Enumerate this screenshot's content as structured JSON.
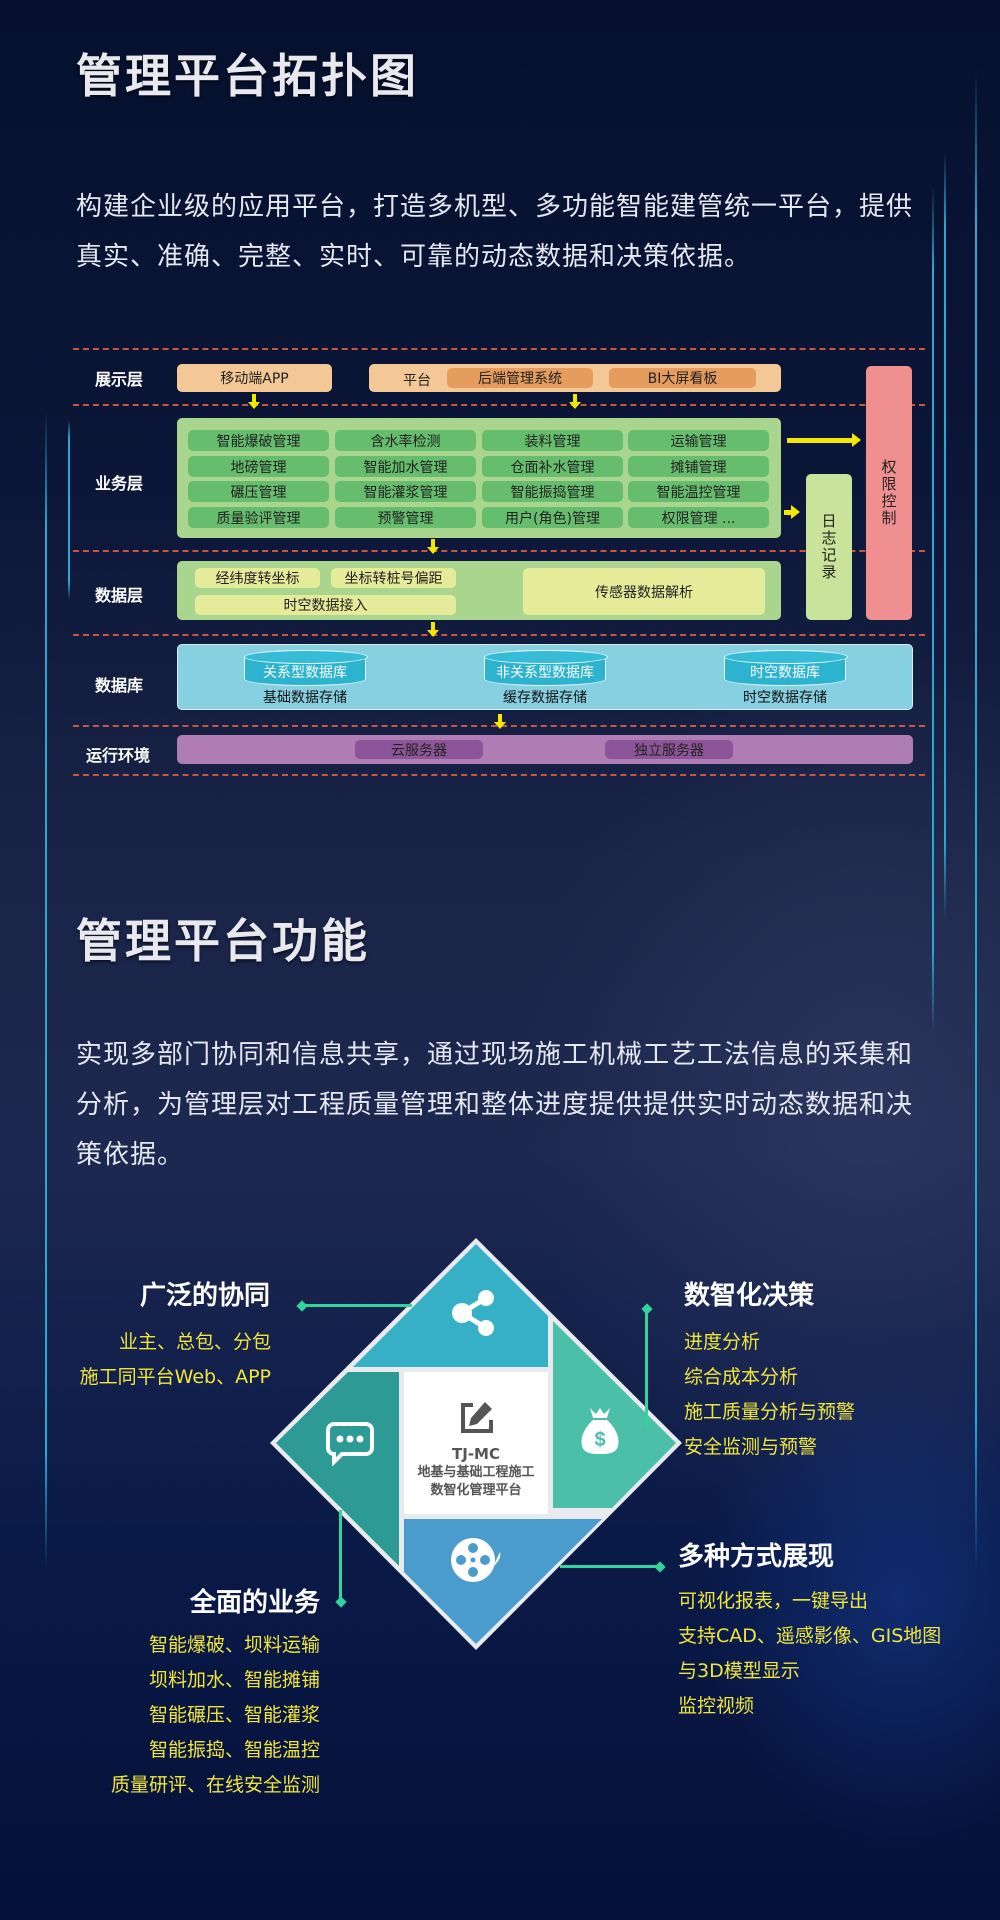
{
  "topology": {
    "title": "管理平台拓扑图",
    "description": "构建企业级的应用平台，打造多机型、多功能智能建管统一平台，提供真实、准确、完整、实时、可靠的动态数据和决策依据。",
    "layers": {
      "presentation": {
        "label": "展示层",
        "mobile_app": "移动端APP",
        "platform_label": "平台",
        "platform_items": [
          "后端管理系统",
          "BI大屏看板"
        ]
      },
      "business": {
        "label": "业务层",
        "items": [
          "智能爆破管理",
          "含水率检测",
          "装料管理",
          "运输管理",
          "地磅管理",
          "智能加水管理",
          "仓面补水管理",
          "摊铺管理",
          "碾压管理",
          "智能灌浆管理",
          "智能振捣管理",
          "智能温控管理",
          "质量验评管理",
          "预警管理",
          "用户(角色)管理",
          "权限管理 ..."
        ]
      },
      "data": {
        "label": "数据层",
        "items": [
          "经纬度转坐标",
          "坐标转桩号偏距",
          "时空数据接入",
          "传感器数据解析"
        ]
      },
      "database": {
        "label": "数据库",
        "items": [
          {
            "name": "关系型数据库",
            "desc": "基础数据存储"
          },
          {
            "name": "非关系型数据库",
            "desc": "缓存数据存储"
          },
          {
            "name": "时空数据库",
            "desc": "时空数据存储"
          }
        ]
      },
      "runtime": {
        "label": "运行环境",
        "items": [
          "云服务器",
          "独立服务器"
        ]
      }
    },
    "side": {
      "log": "日志记录",
      "permission": "权限控制"
    },
    "colors": {
      "presentation": "#f4c796",
      "presentation_inner": "#e59c5c",
      "business": "#a9d58e",
      "business_inner": "#67bd6e",
      "data_inner": "#e6eb9a",
      "database": "#86d0e2",
      "runtime": "#b07cb4",
      "runtime_inner": "#8c559a",
      "log": "#c9e39a",
      "permission": "#ef8f8f",
      "arrow": "#f5e800",
      "dash": "#c9573e"
    }
  },
  "functions": {
    "title": "管理平台功能",
    "description": "实现多部门协同和信息共享，通过现场施工机械工艺工法信息的采集和分析，为管理层对工程质量管理和整体进度提供提供实时动态数据和决策依据。",
    "center": {
      "code": "TJ-MC",
      "line1": "地基与基础工程施工",
      "line2": "数智化管理平台"
    },
    "features": {
      "collaboration": {
        "title": "广泛的协同",
        "items": [
          "业主、总包、分包",
          "施工同平台Web、APP"
        ]
      },
      "decision": {
        "title": "数智化决策",
        "items": [
          "进度分析",
          "综合成本分析",
          "施工质量分析与预警",
          "安全监测与预警"
        ]
      },
      "business": {
        "title": "全面的业务",
        "items": [
          "智能爆破、坝料运输",
          "坝料加水、智能摊铺",
          "智能碾压、智能灌浆",
          "智能振捣、智能温控",
          "质量研评、在线安全监测"
        ]
      },
      "display": {
        "title": "多种方式展现",
        "items": [
          "可视化报表，一键导出",
          "支持CAD、遥感影像、GIS地图",
          "与3D模型显示",
          "监控视频"
        ]
      }
    },
    "colors": {
      "top": "#35b0c6",
      "right": "#4bbfa8",
      "bottom": "#4a9ccc",
      "left": "#2e9a96",
      "connector": "#2fd59a",
      "item_text": "#f1e53a"
    }
  }
}
